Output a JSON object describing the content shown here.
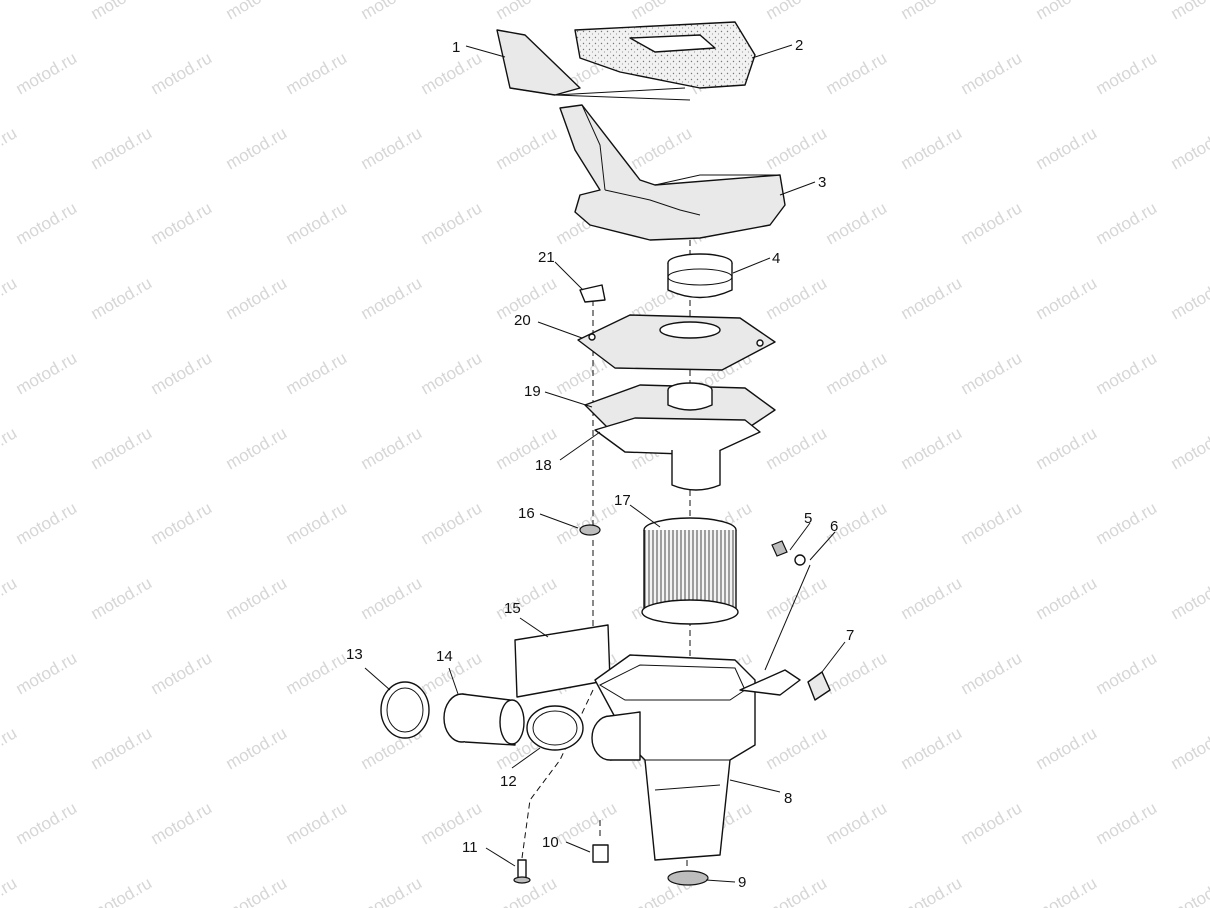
{
  "watermark": {
    "text": "motod.ru"
  },
  "callouts": [
    "1",
    "2",
    "3",
    "4",
    "5",
    "6",
    "7",
    "8",
    "9",
    "10",
    "11",
    "12",
    "13",
    "14",
    "15",
    "16",
    "17",
    "18",
    "19",
    "20",
    "21"
  ]
}
